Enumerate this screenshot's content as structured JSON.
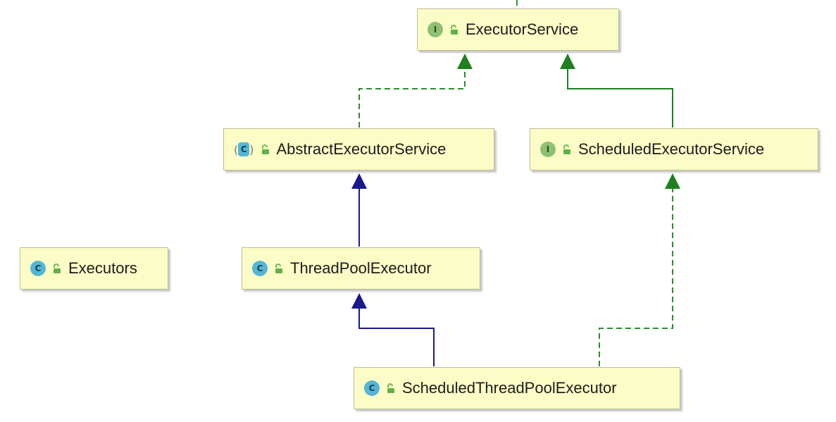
{
  "diagram": {
    "nodes": [
      {
        "id": "executor-service",
        "kind": "interface",
        "badge": "I",
        "label": "ExecutorService"
      },
      {
        "id": "abstract-executor-service",
        "kind": "abstract",
        "badge": "C",
        "label": "AbstractExecutorService"
      },
      {
        "id": "scheduled-executor-service",
        "kind": "interface",
        "badge": "I",
        "label": "ScheduledExecutorService"
      },
      {
        "id": "executors",
        "kind": "class",
        "badge": "C",
        "label": "Executors"
      },
      {
        "id": "thread-pool-executor",
        "kind": "class",
        "badge": "C",
        "label": "ThreadPoolExecutor"
      },
      {
        "id": "scheduled-thread-pool-executor",
        "kind": "class",
        "badge": "C",
        "label": "ScheduledThreadPoolExecutor"
      }
    ],
    "edges": [
      {
        "from": "abstract-executor-service",
        "to": "executor-service",
        "type": "implements"
      },
      {
        "from": "scheduled-executor-service",
        "to": "executor-service",
        "type": "extends-interface"
      },
      {
        "from": "thread-pool-executor",
        "to": "abstract-executor-service",
        "type": "extends-class"
      },
      {
        "from": "scheduled-thread-pool-executor",
        "to": "thread-pool-executor",
        "type": "extends-class"
      },
      {
        "from": "scheduled-thread-pool-executor",
        "to": "scheduled-executor-service",
        "type": "implements"
      },
      {
        "from": "executor-service",
        "to": "offscreen-parent",
        "type": "implements"
      }
    ],
    "colors": {
      "node_fill": "#fcfcc6",
      "node_border": "#bdbd9a",
      "interface_badge": "#8fbf73",
      "class_badge": "#54b6d6",
      "implements_edge": "#2e8b2e",
      "interface_extends_edge": "#1e801e",
      "class_extends_edge": "#1a1a8c",
      "lock_icon": "#5fb24a"
    },
    "icons": {
      "interface": "interface-icon",
      "class": "class-icon",
      "abstract": "abstract-class-icon",
      "visibility": "public-unlock-icon"
    }
  }
}
